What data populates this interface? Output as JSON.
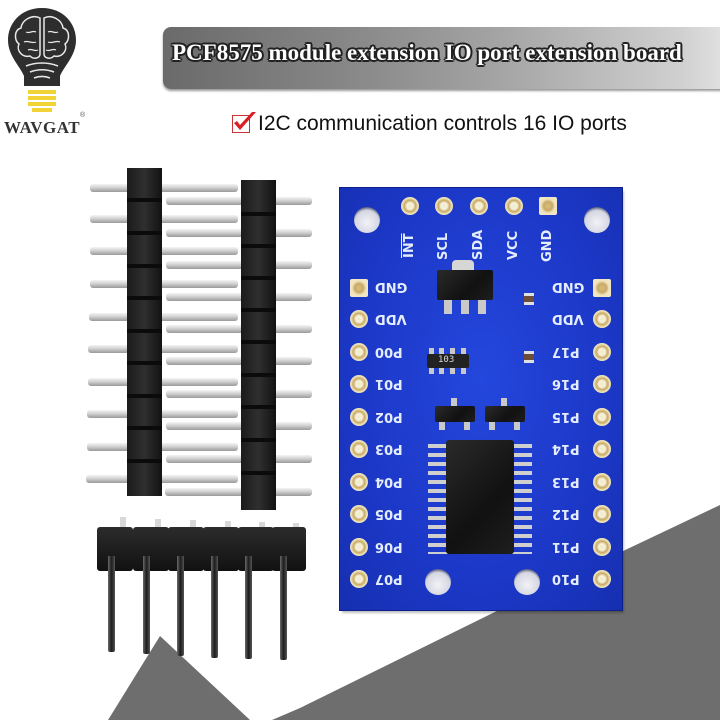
{
  "brand": {
    "name": "WAVGAT",
    "registered_mark": "®",
    "logo_icon": "lightbulb-brain-icon"
  },
  "banner": {
    "title": "PCF8575 module extension IO port extension board"
  },
  "feature": {
    "icon": "checkmark-icon",
    "text": "I2C communication controls 16 IO ports",
    "check_color": "#d81f26"
  },
  "board": {
    "color": "#1c38c8",
    "top_pins": [
      "INT",
      "SCL",
      "SDA",
      "VCC",
      "GND"
    ],
    "left_pins": [
      "GND",
      "VDD",
      "P00",
      "P01",
      "P02",
      "P03",
      "P04",
      "P05",
      "P06",
      "P07"
    ],
    "right_pins": [
      "GND",
      "VDD",
      "P17",
      "P16",
      "P15",
      "P14",
      "P13",
      "P12",
      "P11",
      "P10"
    ],
    "resistor_array_marking": "103"
  },
  "accessories": {
    "straight_header_rows": 2,
    "straight_header_pins_per_row": 10,
    "right_angle_header_pins": 6
  }
}
